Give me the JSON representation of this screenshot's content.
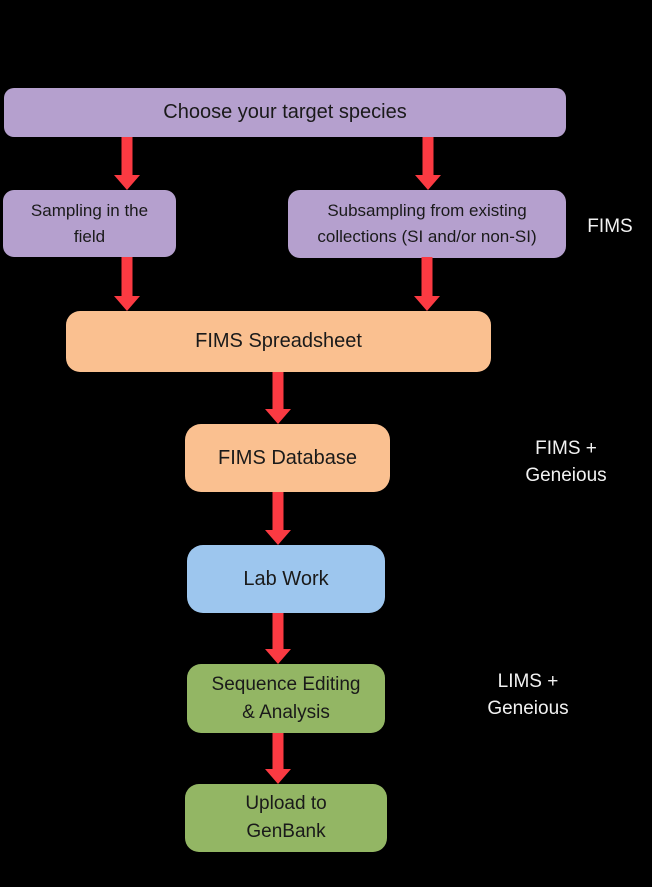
{
  "colors": {
    "background": "#000000",
    "purple": "#b5a0ce",
    "orange": "#fac090",
    "blue": "#9dc6ee",
    "green": "#93b664",
    "arrow_red": "#fb3a42",
    "node_text": "#1a1a1a",
    "label_text": "#f2f2f2"
  },
  "diagram": {
    "type": "flowchart",
    "nodes": {
      "choose_species": {
        "label": "Choose your target species",
        "fill": "purple"
      },
      "sampling_field": {
        "lines": [
          "Sampling in the",
          "field"
        ],
        "fill": "purple"
      },
      "subsampling": {
        "lines": [
          "Subsampling from existing",
          "collections (SI and/or non-SI)"
        ],
        "fill": "purple"
      },
      "fims_spreadsheet": {
        "label": "FIMS Spreadsheet",
        "fill": "orange"
      },
      "fims_database": {
        "label": "FIMS Database",
        "fill": "orange"
      },
      "lab_work": {
        "label": "Lab Work",
        "fill": "blue"
      },
      "sequence_editing": {
        "lines": [
          "Sequence Editing",
          "& Analysis"
        ],
        "fill": "green"
      },
      "upload_genbank": {
        "lines": [
          "Upload to",
          "GenBank"
        ],
        "fill": "green"
      }
    },
    "side_labels": {
      "fims": "FIMS",
      "fims_geneious": {
        "lines": [
          "FIMS +",
          "Geneious"
        ]
      },
      "lims_geneious": {
        "lines": [
          "LIMS +",
          "Geneious"
        ]
      }
    },
    "edges": [
      {
        "from": "choose_species",
        "to": "sampling_field"
      },
      {
        "from": "choose_species",
        "to": "subsampling"
      },
      {
        "from": "sampling_field",
        "to": "fims_spreadsheet"
      },
      {
        "from": "subsampling",
        "to": "fims_spreadsheet"
      },
      {
        "from": "fims_spreadsheet",
        "to": "fims_database"
      },
      {
        "from": "fims_database",
        "to": "lab_work"
      },
      {
        "from": "lab_work",
        "to": "sequence_editing"
      },
      {
        "from": "sequence_editing",
        "to": "upload_genbank"
      }
    ]
  }
}
